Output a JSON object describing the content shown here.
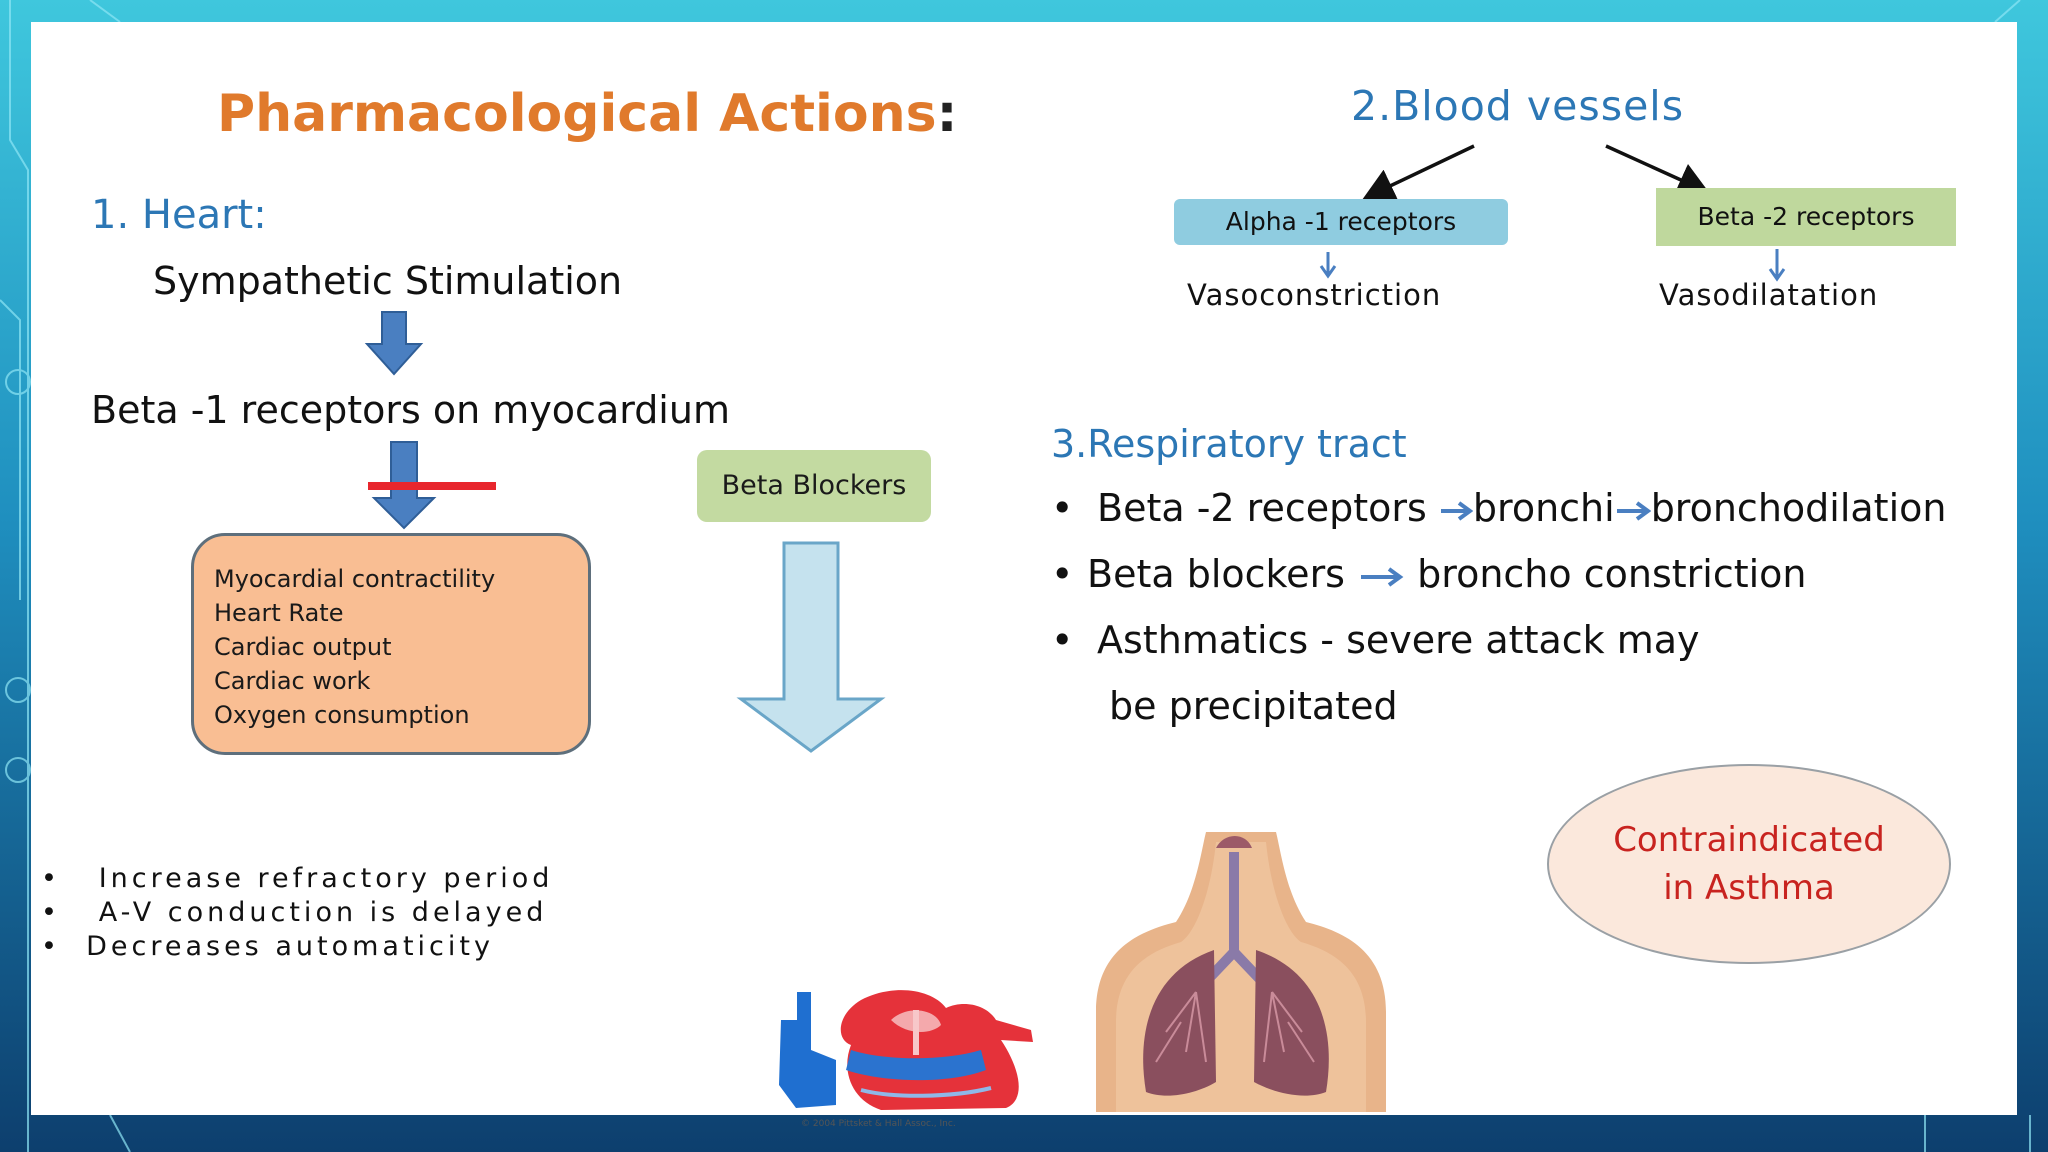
{
  "slide": {
    "title": "Pharmacological  Actions",
    "title_colon": ":"
  },
  "heart": {
    "heading": "1.  Heart:",
    "stimulation": "Sympathetic Stimulation",
    "receptor": "Beta -1 receptors on myocardium",
    "effects": [
      "Myocardial contractility",
      "Heart Rate",
      "Cardiac output",
      "Cardiac work",
      "Oxygen consumption"
    ],
    "blocker_label": "Beta Blockers",
    "bottom_effects": [
      "Increase refractory period",
      "A-V conduction is delayed",
      "Decreases  automaticity"
    ]
  },
  "blood_vessels": {
    "heading": "2.Blood vessels",
    "alpha_label": "Alpha -1  receptors",
    "alpha_effect": "Vasoconstriction",
    "beta2_label": "Beta -2 receptors",
    "beta2_effect": "Vasodilatation"
  },
  "respiratory": {
    "heading": "3.Respiratory tract",
    "item1": {
      "a": "Beta -2 receptors",
      "b": "bronchi",
      "c": "bronchodilation"
    },
    "item2": {
      "a": "Beta blockers",
      "b": "broncho constriction"
    },
    "item3_line1": "Asthmatics - severe attack may",
    "item3_line2": "be precipitated"
  },
  "contraindication": {
    "line1": "Contraindicated",
    "line2": "in  Asthma"
  },
  "images": {
    "heart_caption": "© 2004 Pittsket & Hall Assoc., Inc."
  },
  "colors": {
    "title_orange": "#e07a2c",
    "heading_blue": "#2c77b5",
    "arrow_blue": "#4a7fc1",
    "block_red": "#e8262d",
    "effects_fill": "#f9be93",
    "blocker_fill": "#c3daa1",
    "alpha_fill": "#8fcce0",
    "contra_red": "#c8231f"
  }
}
